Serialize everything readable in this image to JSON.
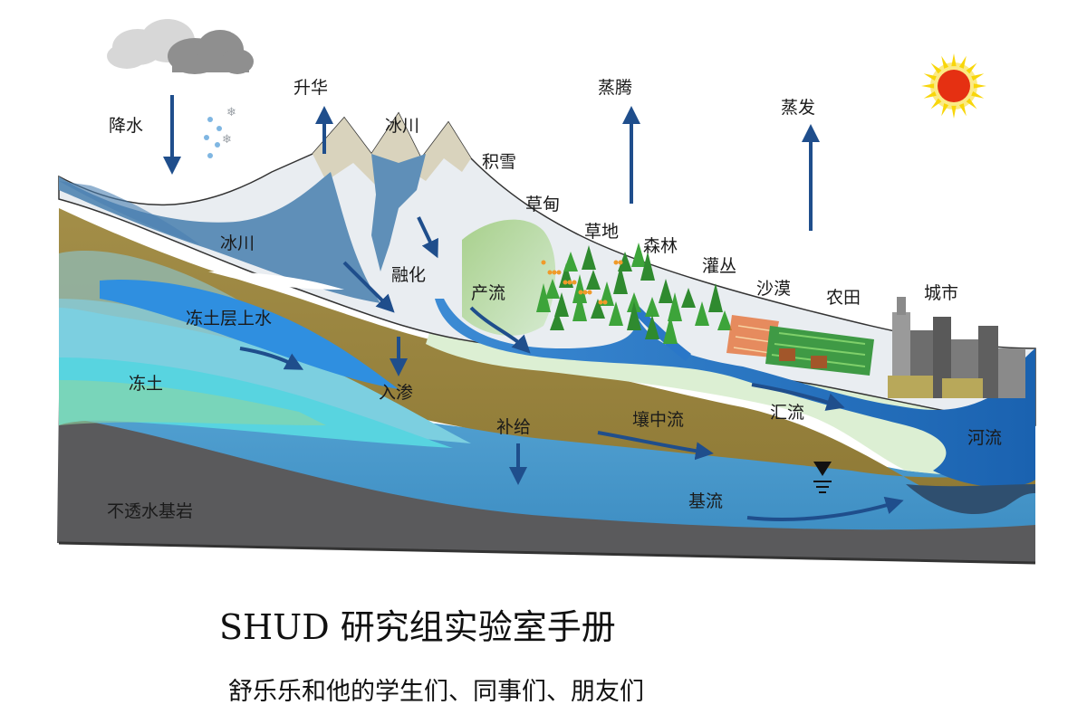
{
  "labels": {
    "precipitation": "降水",
    "sublimation": "升华",
    "glacier_top": "冰川",
    "snowpack": "积雪",
    "evaporation_veg": "蒸腾",
    "evaporation": "蒸发",
    "meadow": "草甸",
    "grassland": "草地",
    "forest": "森林",
    "shrub": "灌丛",
    "desert": "沙漠",
    "farmland": "农田",
    "city": "城市",
    "glacier_left": "冰川",
    "melt": "融化",
    "runoff": "产流",
    "suprapermafrost": "冻土层上水",
    "permafrost": "冻土",
    "infiltration": "入渗",
    "recharge": "补给",
    "interflow": "壤中流",
    "confluence": "汇流",
    "river": "河流",
    "baseflow": "基流",
    "bedrock": "不透水基岩"
  },
  "title": "SHUD 研究组实验室手册",
  "subtitle": "舒乐乐和他的学生们、同事们、朋友们",
  "colors": {
    "arrow": "#1f4e8c",
    "bedrock": "#5a5a5c",
    "groundwater": "#4f9fcf",
    "soil": "#9a8540",
    "river": "#1f6fc0",
    "sun": "#e53012",
    "sun_ray": "#f8d60a"
  }
}
